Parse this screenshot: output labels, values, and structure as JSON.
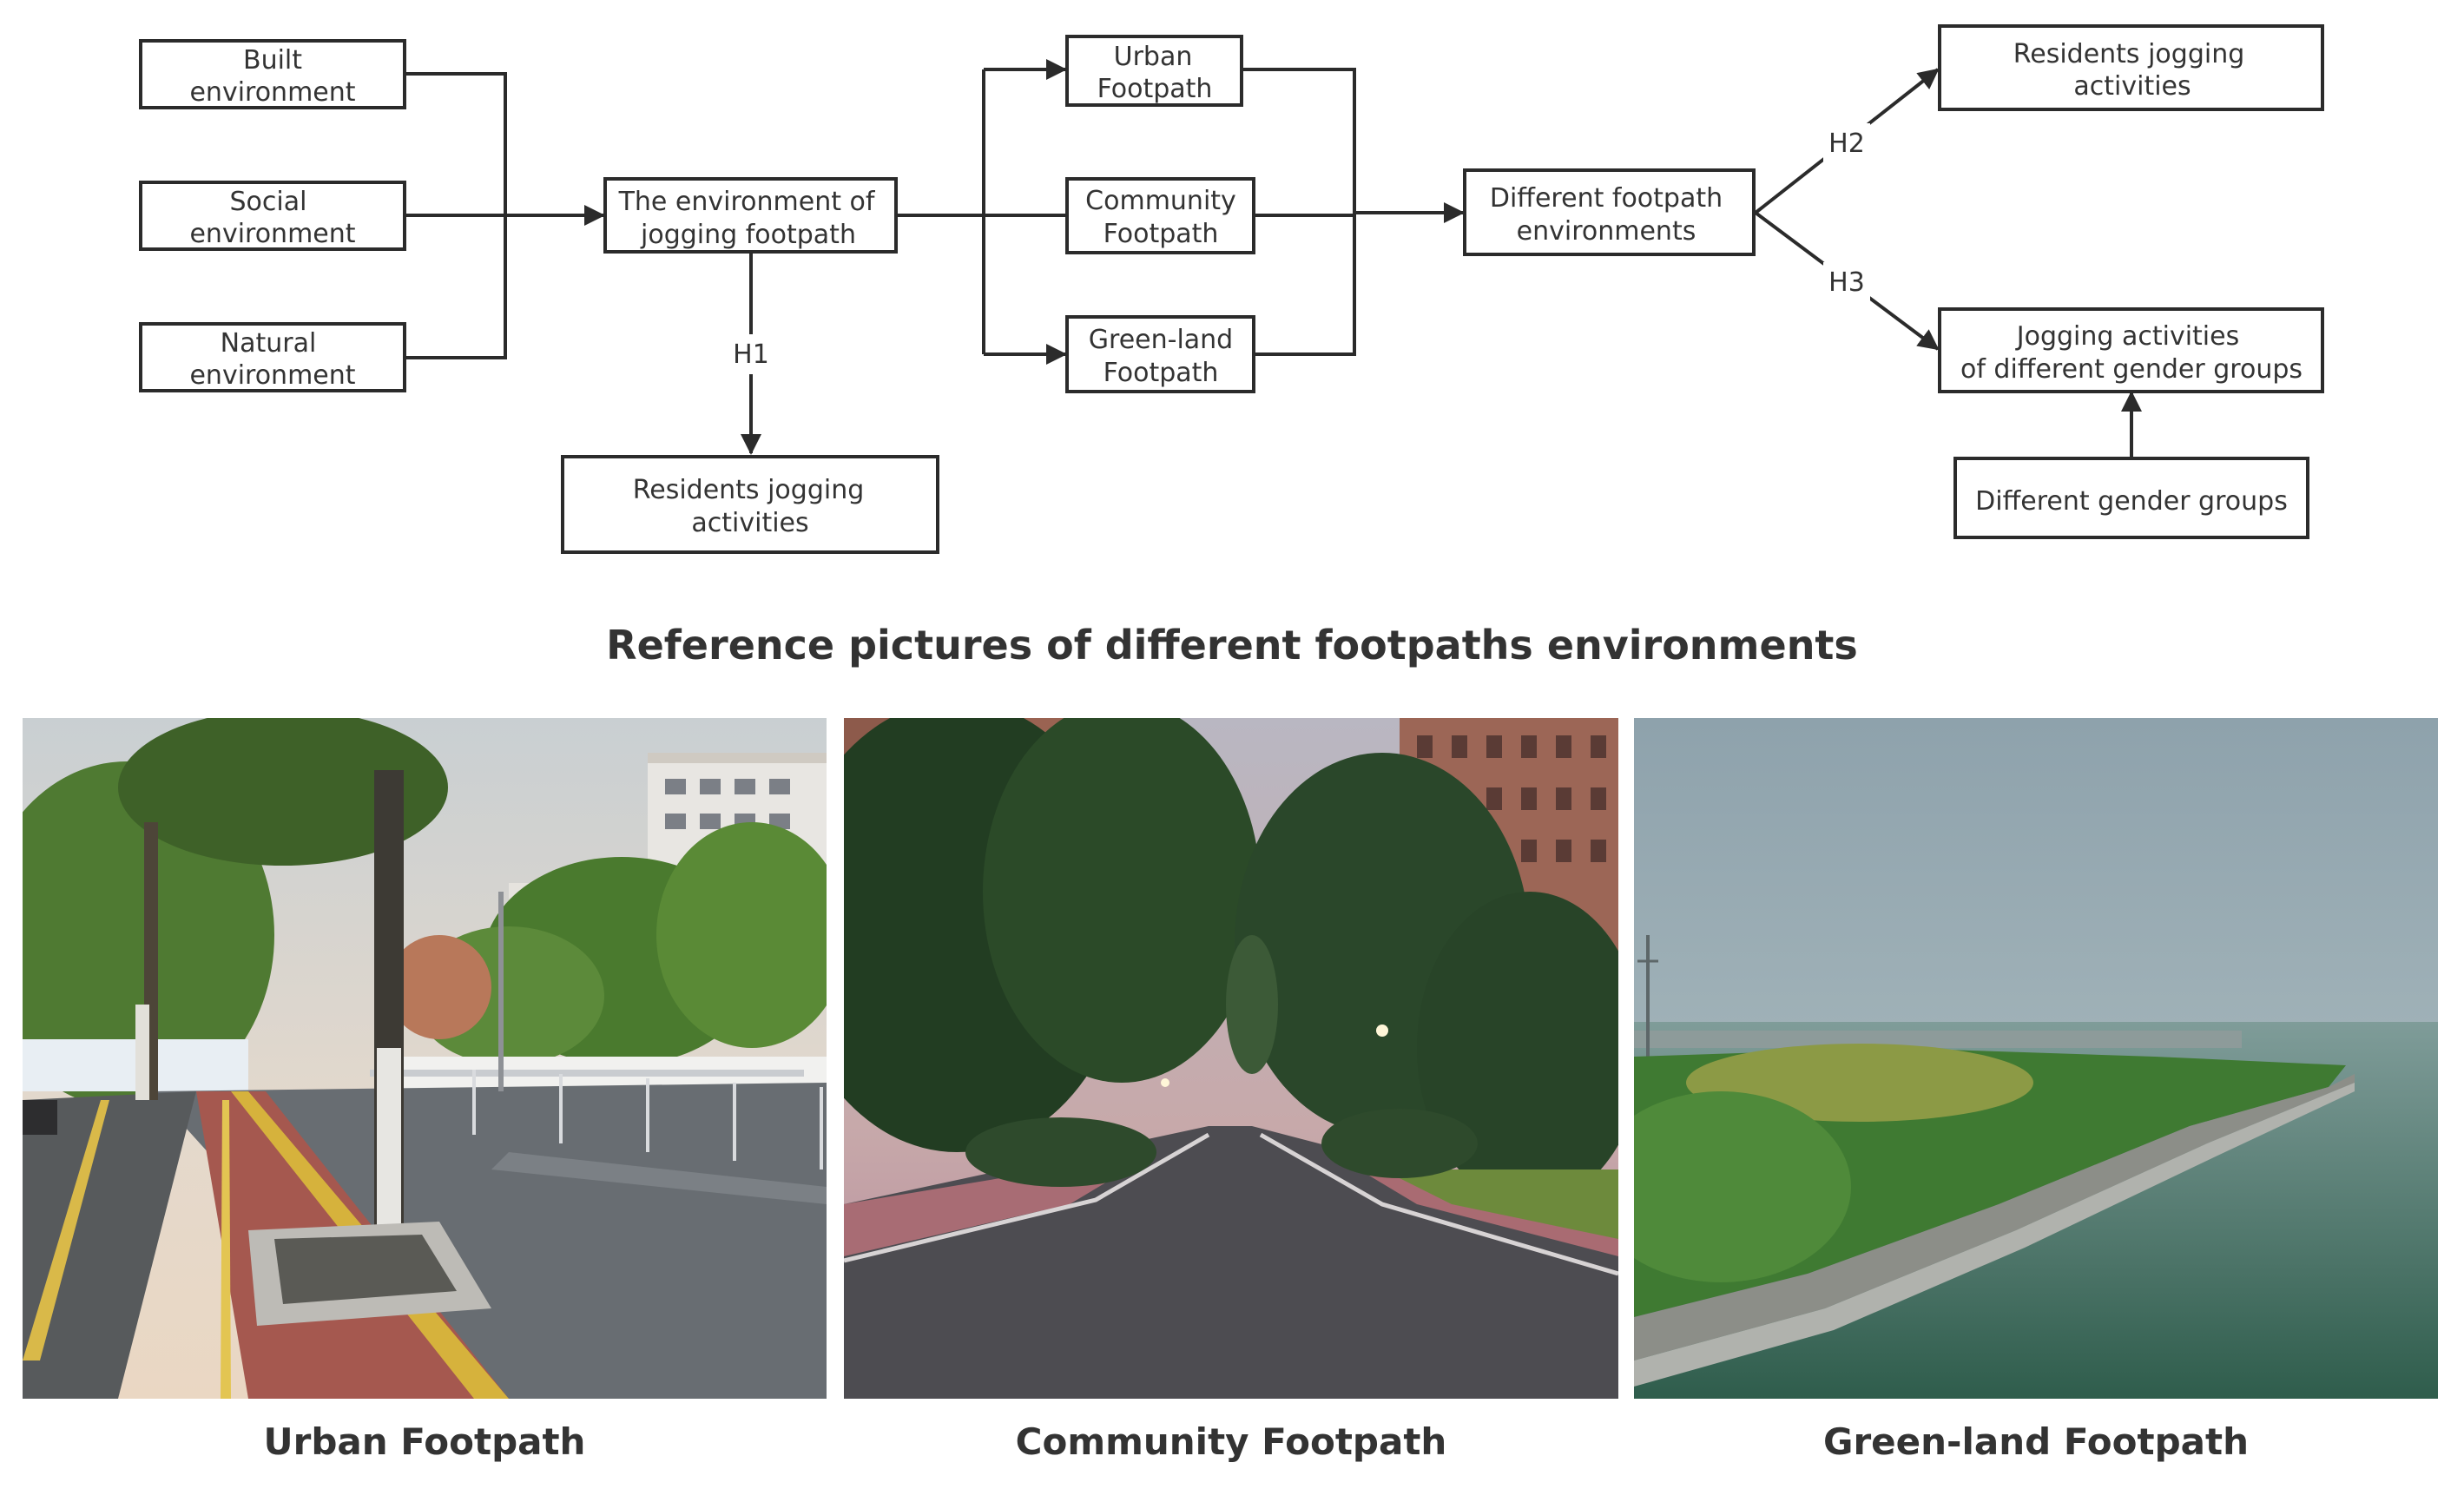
{
  "diagram": {
    "nodes": {
      "built": [
        "Built",
        "environment"
      ],
      "social": [
        "Social",
        "environment"
      ],
      "natural": [
        "Natural",
        "environment"
      ],
      "jogging_env": [
        "The environment of",
        "jogging footpath"
      ],
      "residents_1": [
        "Residents jogging",
        "activities"
      ],
      "urban": [
        "Urban",
        "Footpath"
      ],
      "community": [
        "Community",
        "Footpath"
      ],
      "greenland": [
        "Green-land",
        "Footpath"
      ],
      "different_env": [
        "Different footpath",
        "environments"
      ],
      "residents_2": [
        "Residents jogging",
        "activities"
      ],
      "gender_jogging": [
        "Jogging activities",
        "of different gender groups"
      ],
      "gender_groups": [
        "Different gender groups"
      ]
    },
    "hypotheses": {
      "h1": "H1",
      "h2": "H2",
      "h3": "H3"
    }
  },
  "section_title": "Reference pictures of different footpaths environments",
  "photos": [
    {
      "caption": "Urban Footpath",
      "icon": "urban-street-photo"
    },
    {
      "caption": "Community Footpath",
      "icon": "community-road-photo"
    },
    {
      "caption": "Green-land Footpath",
      "icon": "lakeside-greenland-photo"
    }
  ]
}
